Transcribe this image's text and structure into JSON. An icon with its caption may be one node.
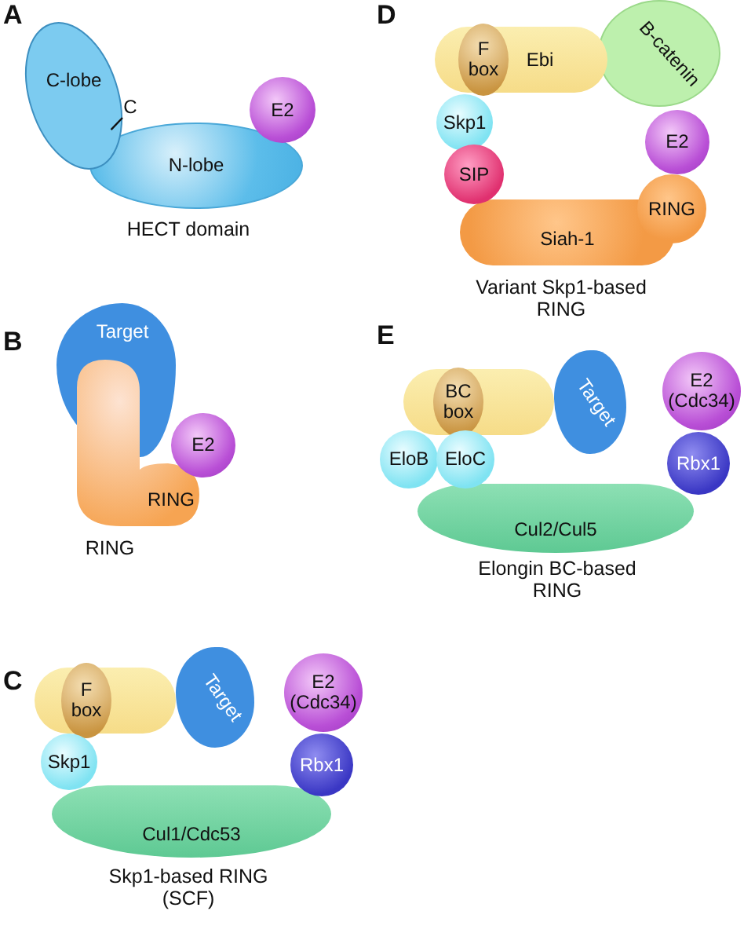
{
  "diagram": {
    "nodes": [
      {
        "text": [
          "C-lobe"
        ]
      },
      {
        "text": [
          "C"
        ]
      },
      {
        "text": [
          "N-lobe"
        ]
      },
      {
        "text": [
          "E2"
        ]
      },
      {
        "text": [
          "Target"
        ]
      },
      {
        "text": [
          "RING"
        ]
      },
      {
        "text": [
          "E2"
        ]
      },
      {
        "text": [],
        "shape": "box"
      },
      {
        "text": [
          "F box"
        ],
        "in": 7
      },
      {
        "text": [
          "Target"
        ]
      },
      {
        "text": [
          "E2 (Cdc34)"
        ]
      },
      {
        "text": [
          "Skp1"
        ]
      },
      {
        "text": [
          "Rbx1"
        ]
      },
      {
        "text": [
          "Cul1/Cdc53"
        ]
      },
      {
        "text": [
          "Ebi"
        ]
      },
      {
        "text": [
          "F box"
        ],
        "in": 14
      },
      {
        "text": [
          "B-catenin"
        ]
      },
      {
        "text": [
          "Skp1"
        ]
      },
      {
        "text": [
          "E2"
        ]
      },
      {
        "text": [
          "SIP"
        ]
      },
      {
        "text": [
          "RING"
        ]
      },
      {
        "text": [
          "Siah-1"
        ]
      },
      {
        "text": [],
        "shape": "box"
      },
      {
        "text": [
          "BC box"
        ],
        "in": 22
      },
      {
        "text": [
          "Target"
        ]
      },
      {
        "text": [
          "E2 (Cdc34)"
        ]
      },
      {
        "text": [
          "EloB"
        ]
      },
      {
        "text": [
          "EloC"
        ]
      },
      {
        "text": [
          "Rbx1"
        ]
      },
      {
        "text": [
          "Cul2/Cul5"
        ]
      }
    ],
    "edges": [
      {
        "from": 1,
        "to": 0,
        "arrow": "none"
      }
    ],
    "labels": [
      "A",
      "HECT domain",
      "B",
      "RING",
      "C",
      "Skp1-based RING (SCF)",
      "D",
      "Variant Skp1-based RING",
      "E",
      "Elongin BC-based RING"
    ]
  }
}
